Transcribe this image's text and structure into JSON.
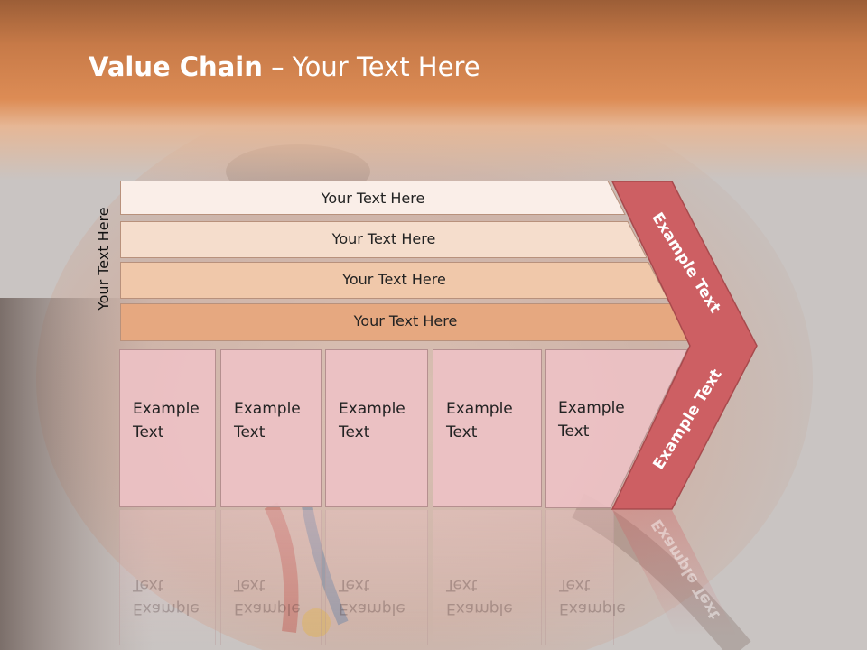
{
  "slide": {
    "title_bold": "Value Chain",
    "title_rest": " – Your Text Here",
    "vertical_label": "Your Text Here",
    "bars": [
      {
        "label": "Your Text Here",
        "color": "#faeee8"
      },
      {
        "label": "Your Text Here",
        "color": "#f5ddcc"
      },
      {
        "label": "Your Text Here",
        "color": "#f0c8aa"
      },
      {
        "label": "Your Text Here",
        "color": "#e6a880"
      }
    ],
    "boxes": [
      {
        "line1": "Example",
        "line2": "Text"
      },
      {
        "line1": "Example",
        "line2": "Text"
      },
      {
        "line1": "Example",
        "line2": "Text"
      },
      {
        "line1": "Example",
        "line2": "Text"
      },
      {
        "line1": "Example",
        "line2": "Text"
      }
    ],
    "chevron_top_text": "Example Text",
    "chevron_bottom_text": "Example Text",
    "chevron_color": "#cd5f63"
  }
}
